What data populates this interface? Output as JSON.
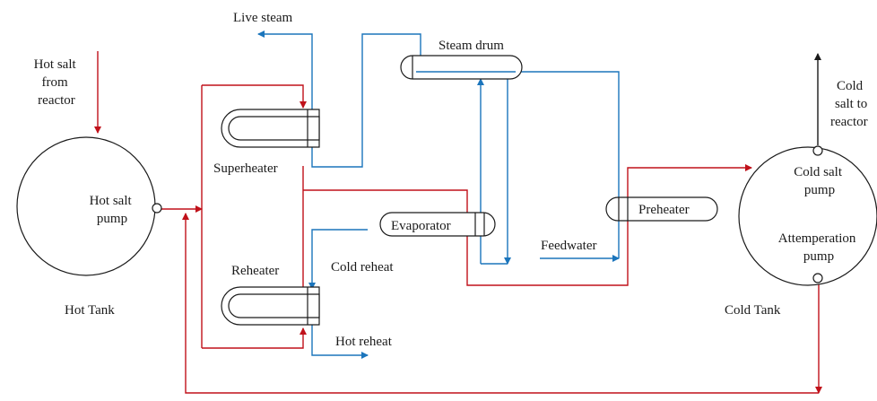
{
  "colors": {
    "hot": "#c0111a",
    "cold": "#1b75bc",
    "outline": "#1a1a1a"
  },
  "labels": {
    "live_steam": "Live steam",
    "steam_drum": "Steam drum",
    "hot_salt_from_reactor": [
      "Hot salt",
      "from",
      "reactor"
    ],
    "cold_salt_to_reactor": [
      "Cold",
      "salt to",
      "reactor"
    ],
    "hot_salt_pump": [
      "Hot salt",
      "pump"
    ],
    "hot_tank": "Hot Tank",
    "superheater": "Superheater",
    "reheater": "Reheater",
    "cold_reheat": "Cold reheat",
    "hot_reheat": "Hot reheat",
    "evaporator": "Evaporator",
    "preheater": "Preheater",
    "feedwater": "Feedwater",
    "cold_salt_pump": [
      "Cold salt",
      "pump"
    ],
    "attemperation_pump": [
      "Attemperation",
      "pump"
    ],
    "cold_tank": "Cold Tank"
  }
}
